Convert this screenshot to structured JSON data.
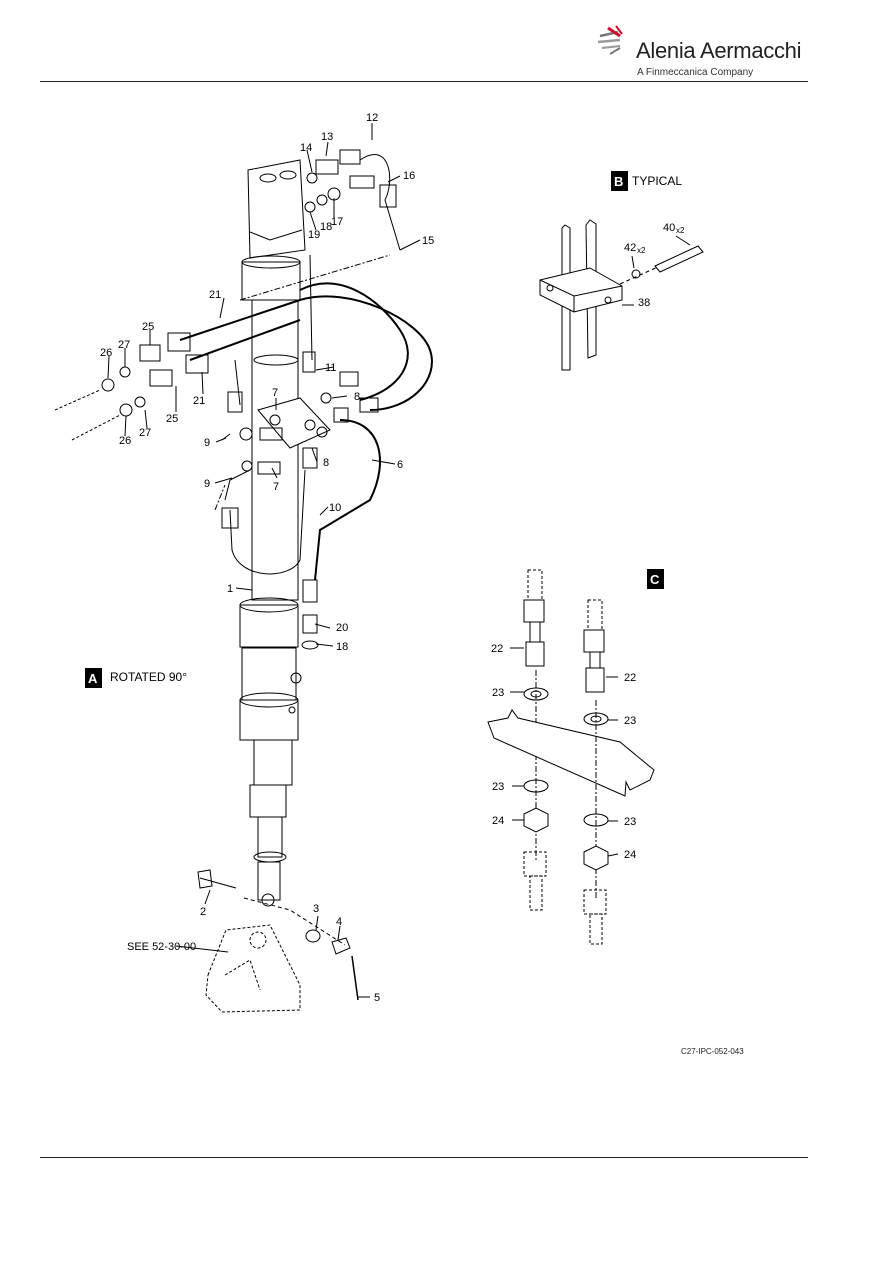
{
  "header": {
    "brand_name": "Alenia Aermacchi",
    "brand_tagline": "A Finmeccanica Company"
  },
  "views": [
    {
      "letter": "A",
      "caption": "ROTATED 90°"
    },
    {
      "letter": "B",
      "caption": "TYPICAL"
    },
    {
      "letter": "C",
      "caption": ""
    }
  ],
  "see_reference": "SEE 52-30-00",
  "callouts_main": [
    "1",
    "2",
    "3",
    "4",
    "5",
    "6",
    "7",
    "7",
    "8",
    "8",
    "9",
    "9",
    "10",
    "11",
    "12",
    "13",
    "14",
    "15",
    "16",
    "17",
    "18",
    "18",
    "19",
    "20",
    "21",
    "21",
    "25",
    "25",
    "26",
    "26",
    "27",
    "27"
  ],
  "callouts_b": {
    "item40": "40",
    "item40_qty": "x2",
    "item42": "42",
    "item42_qty": "x2",
    "item38": "38"
  },
  "callouts_c": [
    "22",
    "22",
    "23",
    "23",
    "23",
    "23",
    "24",
    "24"
  ],
  "drawing_number": "C27-IPC-052-043",
  "colors": {
    "ink": "#000000",
    "brand_red": "#c8102e",
    "brand_grey": "#666666"
  }
}
